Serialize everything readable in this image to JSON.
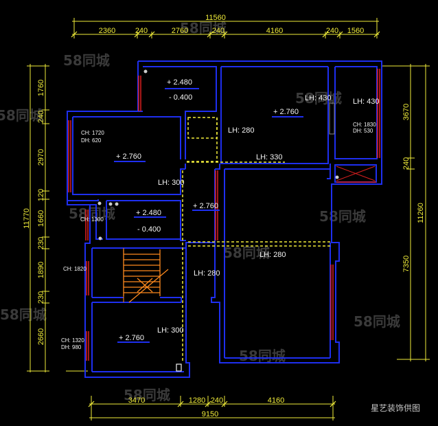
{
  "dims": {
    "top_total": "11560",
    "top_segments": [
      "2360",
      "240",
      "2760",
      "240",
      "4160",
      "240",
      "1560"
    ],
    "left_total": "11770",
    "left_segments": [
      "1760",
      "240",
      "2970",
      "120",
      "1660",
      "230",
      "1890",
      "230",
      "2660"
    ],
    "right_total": "11260",
    "right_segments": [
      "3670",
      "240",
      "7350"
    ],
    "bottom_total": "9150",
    "bottom_segments": [
      "3470",
      "1280",
      "240",
      "4160"
    ]
  },
  "levels": {
    "a": "+ 2.480",
    "a2": "- 0.400",
    "b": "+ 2.760",
    "c": "+ 2.760",
    "d": "+ 2.480",
    "d2": "- 0.400",
    "e": "+ 2.760",
    "f": "+ 2.760"
  },
  "labels": {
    "lh430a": "LH: 430",
    "lh430b": "LH: 430",
    "lh280a": "LH: 280",
    "lh330": "LH: 330",
    "lh300a": "LH: 300",
    "lh280b": "LH: 280",
    "lh280c": "LH: 280",
    "lh300b": "LH: 300",
    "ch1720": "CH: 1720",
    "dh620": "DH: 620",
    "ch1830": "CH: 1830",
    "dh530": "DH: 530",
    "ch1300": "CH: 1300",
    "ch1820": "CH: 1820",
    "ch1320": "CH: 1320",
    "dh980": "DH: 980"
  },
  "watermark": "58同城",
  "credit": "星艺装饰供图",
  "colors": {
    "wall": "#1e2ff0",
    "dim": "#f2ee3a",
    "window": "#e02020",
    "stair": "#ff8a1e"
  }
}
